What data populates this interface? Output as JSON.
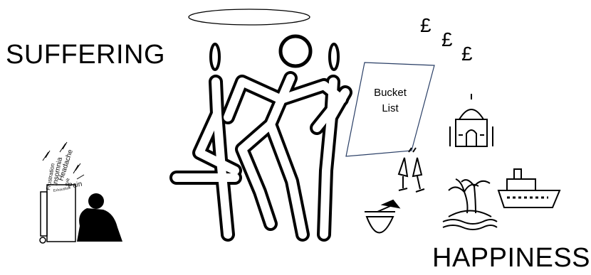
{
  "labels": {
    "suffering": "SUFFERING",
    "happiness": "HAPPINESS",
    "bucket_list": [
      "Bucket",
      "List"
    ],
    "pounds": [
      "£",
      "£",
      "£"
    ]
  },
  "suffering_words": [
    "Frustration",
    "Insomnia",
    "Headache",
    "guilt",
    "Pain",
    "Exhaustion"
  ],
  "icons": [
    "halo-icon",
    "stick-figures-icon",
    "suitcase-icon",
    "sitting-person-icon",
    "bucket-list-sign-icon",
    "champagne-icon",
    "coconut-drink-icon",
    "taj-mahal-icon",
    "palm-island-icon",
    "cruise-ship-icon"
  ]
}
